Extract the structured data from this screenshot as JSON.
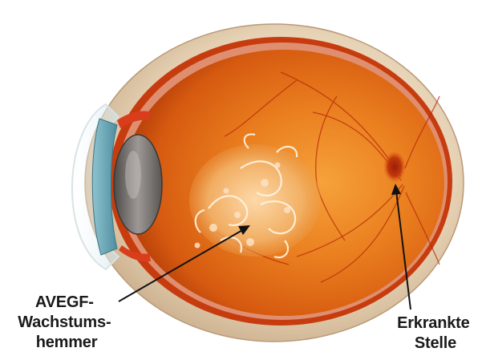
{
  "labels": {
    "treatment": {
      "line1": "AVEGF-",
      "line2": "Wachstums-",
      "line3": "hemmer"
    },
    "affected_area": {
      "line1": "Erkrankte",
      "line2": "Stelle"
    }
  }
}
